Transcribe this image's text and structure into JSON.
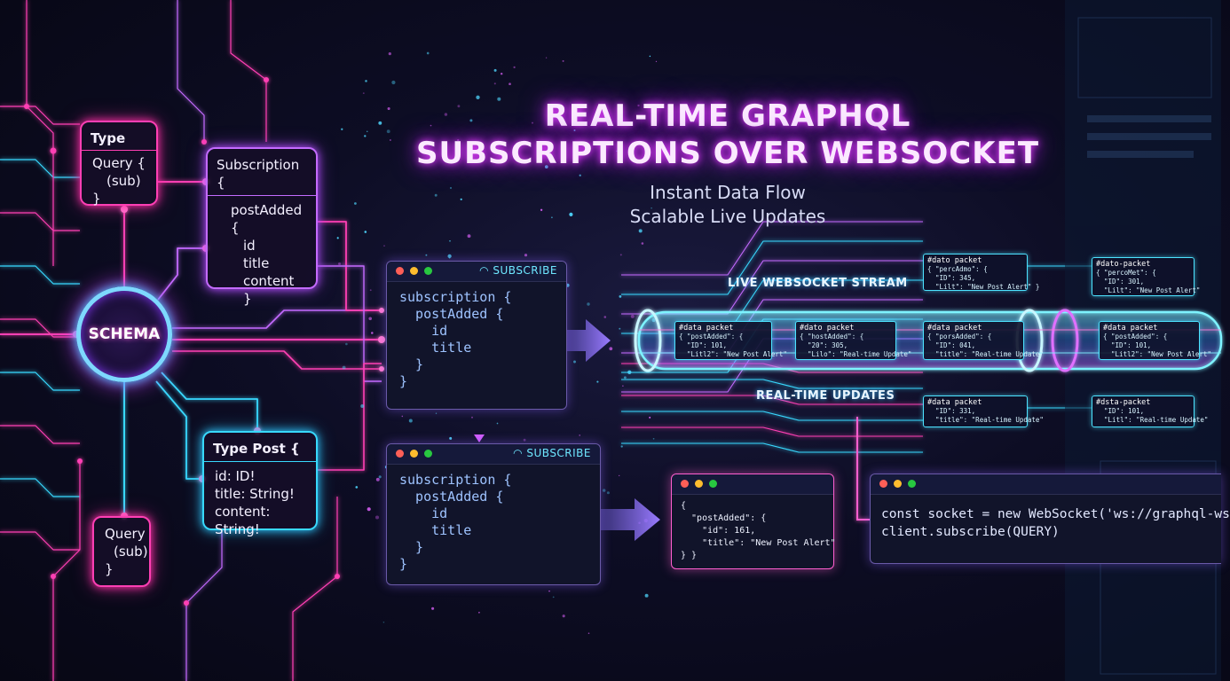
{
  "title": {
    "line1": "REAL-TIME GRAPHQL",
    "line2": "SUBSCRIPTIONS OVER WEBSOCKET"
  },
  "subtitle": {
    "line1": "Instant Data Flow",
    "line2": "Scalable Live Updates"
  },
  "schema_hub": {
    "label": "SCHEMA"
  },
  "type_query_card": {
    "header": "Type",
    "lines": [
      "Query {",
      "(sub)",
      "}"
    ]
  },
  "subscription_card": {
    "header": "Subscription {",
    "lines": [
      "postAdded {",
      "id",
      "title",
      "content",
      "}"
    ]
  },
  "type_post_card": {
    "header": "Type Post {",
    "lines": [
      "id: ID!",
      "title: String!",
      "content: String!"
    ]
  },
  "query_card": {
    "lines": [
      "Query",
      "(sub)",
      "}"
    ]
  },
  "subscribe_window_1": {
    "badge": "SUBSCRIBE",
    "code": [
      "subscription {",
      "  postAdded {",
      "    id",
      "    title",
      "  }",
      "}"
    ]
  },
  "subscribe_window_2": {
    "badge": "SUBSCRIBE",
    "code": [
      "subscription {",
      "  postAdded {",
      "    id",
      "    title",
      "  }",
      "}"
    ]
  },
  "stream_labels": {
    "live": "LIVE WEBSOCKET STREAM",
    "realtime": "REAL-TIME UPDATES"
  },
  "packets": [
    {
      "header": "#dato packet",
      "lines": [
        "{ \"percAdmo\": {",
        "  \"ID\": 345,",
        "  \"Lilt\": \"New Post Alert\" }"
      ]
    },
    {
      "header": "#dato-packet",
      "lines": [
        "{ \"percoMet\": {",
        "  \"ID\": 301,",
        "  \"Lilt\": \"New Post Alert\""
      ]
    },
    {
      "header": "#data packet",
      "lines": [
        "{ \"postAdded\": {",
        "  \"ID\": 101,",
        "  \"Litl2\": \"New Post Alert\""
      ]
    },
    {
      "header": "#dato packet",
      "lines": [
        "{ \"hostAdded\": {",
        "  \"20\": 305,",
        "  \"Lilo\": \"Real-time Update\""
      ]
    },
    {
      "header": "#data packet",
      "lines": [
        "{ \"porsAdded\": {",
        "  \"ID\": 041,",
        "  \"title\": \"Real-time Update\""
      ]
    },
    {
      "header": "#data packet",
      "lines": [
        "{ \"postAdded\": {",
        "  \"ID\": 101,",
        "  \"Litl2\": \"New Post Alert\""
      ]
    },
    {
      "header": "#data packet",
      "lines": [
        "  \"ID\": 331,",
        "  \"title\": \"Real-time Update\""
      ]
    },
    {
      "header": "#dsta-packet",
      "lines": [
        "  \"ID\": 101,",
        "  \"Litl\": \"Real-time Update\""
      ]
    }
  ],
  "json_window": {
    "lines": [
      "{",
      "  \"postAdded\": {",
      "    \"id\": 161,",
      "    \"title\": \"New Post Alert\"",
      "} }"
    ]
  },
  "client_window": {
    "lines": [
      "const socket = new WebSocket('ws://graphql-ws",
      "client.subscribe(QUERY)"
    ]
  },
  "colors": {
    "pink": "#ff3fb4",
    "violet": "#c46bff",
    "cyan": "#38d9ff",
    "title_glow": "#e040fb",
    "background": "#0d0d24"
  }
}
